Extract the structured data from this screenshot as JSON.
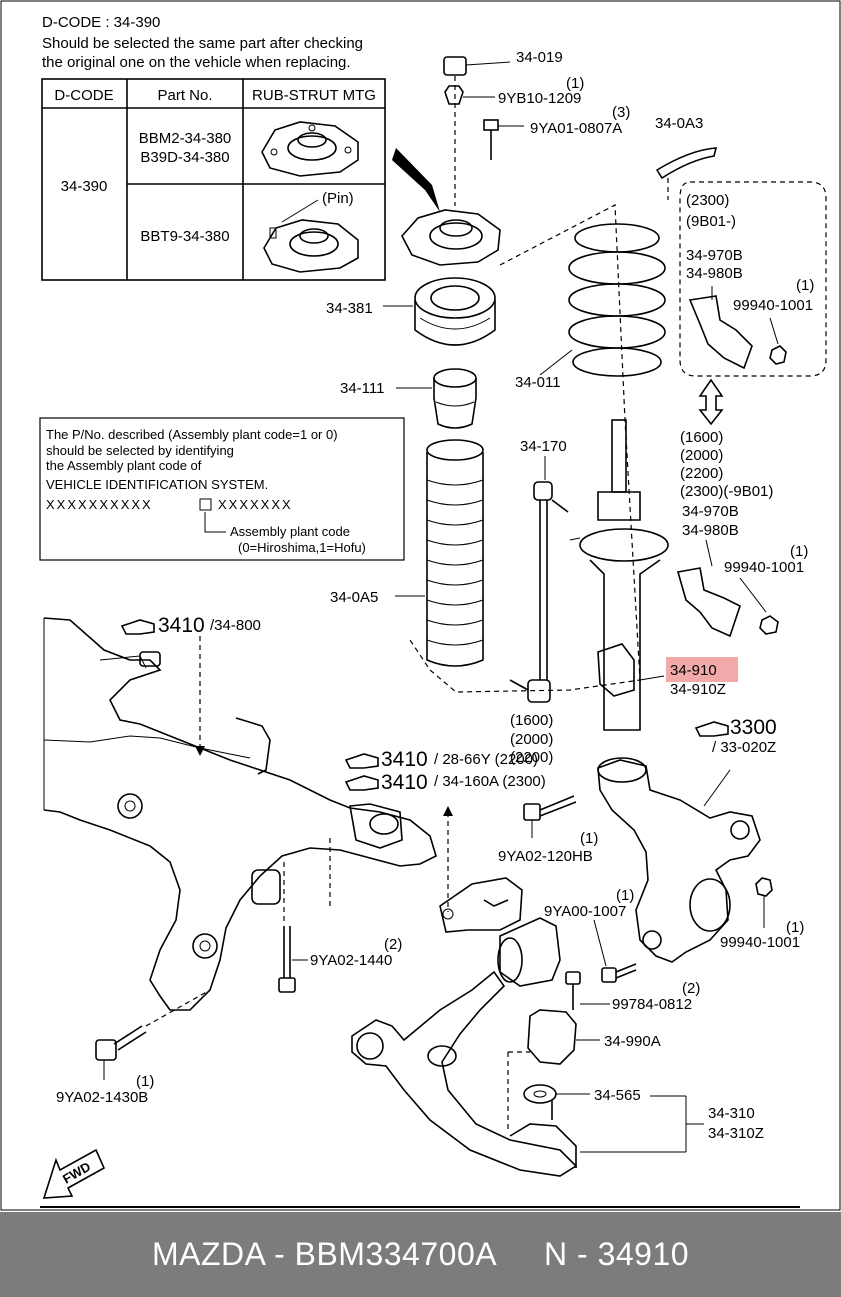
{
  "colors": {
    "highlight": "#f2a9a9",
    "footer_bg": "#7c7c7c",
    "footer_text": "#ffffff"
  },
  "dcode_note": {
    "line1": "D-CODE :  34-390",
    "line2": "Should be selected the same part after checking",
    "line3": "the original one on the vehicle when replacing."
  },
  "dcode_table": {
    "headers": [
      "D-CODE",
      "Part No.",
      "RUB-STRUT MTG"
    ],
    "dcode": "34-390",
    "row1_parts": [
      "BBM2-34-380",
      "B39D-34-380"
    ],
    "row2_part": "BBT9-34-380",
    "pin_label": "(Pin)"
  },
  "plant_note": {
    "line1": "The P/No. described (Assembly plant code=1 or 0)",
    "line2": "should be selected by identifying",
    "line3": "the Assembly plant code of",
    "line4": "VEHICLE IDENTIFICATION SYSTEM.",
    "vin_left": "XXXXXXXXXX",
    "vin_right": "XXXXXXX",
    "code_label": "Assembly plant code",
    "code_values": "(0=Hiroshima,1=Hofu)"
  },
  "labels": {
    "p34_019": "34-019",
    "q1a": "(1)",
    "p9yb10": "9YB10-1209",
    "q3": "(3)",
    "p9ya01": "9YA01-0807A",
    "p34_0a3": "34-0A3",
    "v2300": "(2300)",
    "v9b01": "(9B01-)",
    "p34_970b_a": "34-970B",
    "p34_980b_a": "34-980B",
    "q1b": "(1)",
    "p99940_a": "99940-1001",
    "p34_381": "34-381",
    "p34_011": "34-011",
    "p34_111": "34-111",
    "p34_170": "34-170",
    "v1600a": "(1600)",
    "v2000a": "(2000)",
    "v2200a": "(2200)",
    "v2300b": "(2300)(-9B01)",
    "p34_970b_b": "34-970B",
    "p34_980b_b": "34-980B",
    "q1c": "(1)",
    "p99940_b": "99940-1001",
    "p34_0a5": "34-0A5",
    "p3410a": "3410",
    "p34_800": "/34-800",
    "p34_910": "34-910",
    "p34_910z": "34-910Z",
    "v1600b": "(1600)",
    "v2000b": "(2000)",
    "v2200b": "(2200)",
    "p3300": "3300",
    "p33_020z": "/ 33-020Z",
    "p3410b": "3410",
    "p28_66y": "/ 28-66Y (2200)",
    "p3410c": "3410",
    "p34_160a": "/ 34-160A (2300)",
    "q1d": "(1)",
    "p9ya02_120hb": "9YA02-120HB",
    "q1e": "(1)",
    "p9ya00": "9YA00-1007",
    "q1f": "(1)",
    "p99940_c": "99940-1001",
    "q2a": "(2)",
    "p9ya02_1440": "9YA02-1440",
    "q2b": "(2)",
    "p99784": "99784-0812",
    "p34_990a": "34-990A",
    "q1g": "(1)",
    "p9ya02_1430b": "9YA02-1430B",
    "p34_565": "34-565",
    "p34_310": "34-310",
    "p34_310z": "34-310Z",
    "fwd": "FWD"
  },
  "footer": {
    "brand": "MAZDA - BBM334700A",
    "number": "N - 34910"
  }
}
